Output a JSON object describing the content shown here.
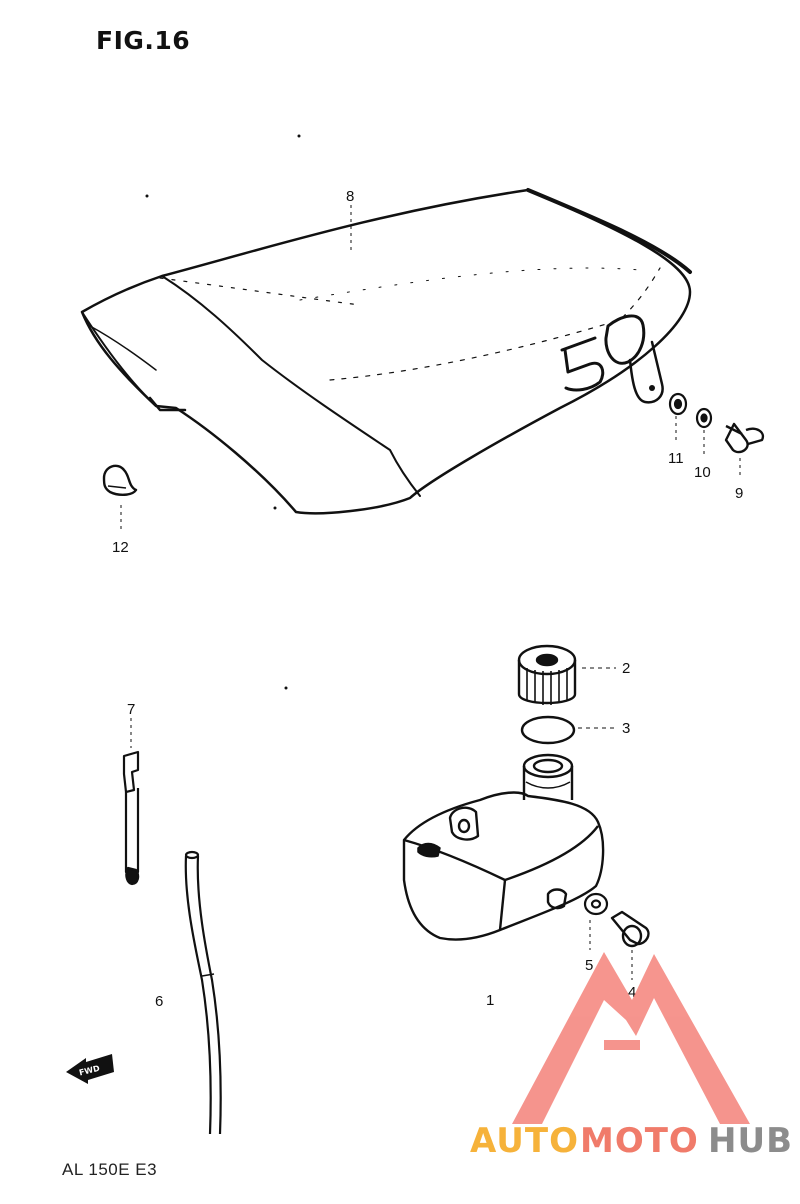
{
  "figure": {
    "title": "FIG.16",
    "model_code": "AL 150E  E3"
  },
  "callouts": [
    {
      "id": "1",
      "label": "1"
    },
    {
      "id": "2",
      "label": "2"
    },
    {
      "id": "3",
      "label": "3"
    },
    {
      "id": "4",
      "label": "4"
    },
    {
      "id": "5",
      "label": "5"
    },
    {
      "id": "6",
      "label": "6"
    },
    {
      "id": "7",
      "label": "7"
    },
    {
      "id": "8",
      "label": "8"
    },
    {
      "id": "9",
      "label": "9"
    },
    {
      "id": "10",
      "label": "10"
    },
    {
      "id": "11",
      "label": "11"
    },
    {
      "id": "12",
      "label": "12"
    }
  ],
  "seat": {
    "emblem": "50"
  },
  "fwd_arrow": {
    "label": "FWD"
  },
  "watermark": {
    "part1": "AUTO",
    "part2": "MOTO",
    "part3": "HUB",
    "colors": {
      "auto": "#f6b23a",
      "moto": "#f07b6a",
      "hub": "#8c8c8c",
      "logo": "#f4827a"
    }
  }
}
